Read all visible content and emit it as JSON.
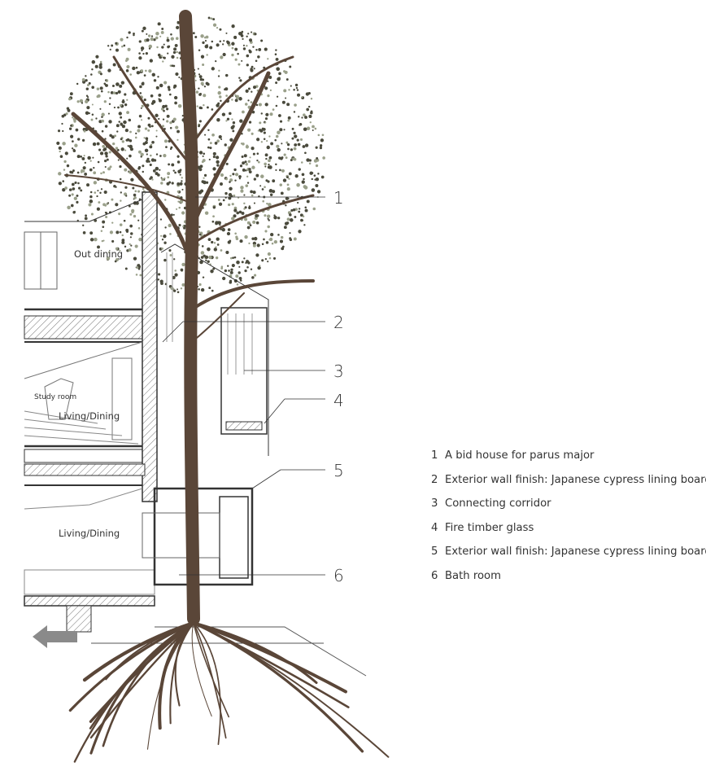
{
  "rooms": {
    "out_dining": "Out dining",
    "study_room": "Study room",
    "living_dining_upper": "Living/Dining",
    "living_dining_lower": "Living/Dining"
  },
  "callouts": [
    "1",
    "2",
    "3",
    "4",
    "5",
    "6"
  ],
  "legend": [
    {
      "num": "1",
      "text": "A bid house for parus major"
    },
    {
      "num": "2",
      "text": "Exterior wall finish: Japanese cypress lining board"
    },
    {
      "num": "3",
      "text": "Connecting corridor"
    },
    {
      "num": "4",
      "text": "Fire timber glass"
    },
    {
      "num": "5",
      "text": "Exterior wall finish: Japanese cypress lining board"
    },
    {
      "num": "6",
      "text": "Bath room"
    }
  ],
  "colors": {
    "trunk": "#5a4638",
    "line": "#333333",
    "foliage": "#4a4a3c",
    "arrow": "#8a8a8a"
  }
}
